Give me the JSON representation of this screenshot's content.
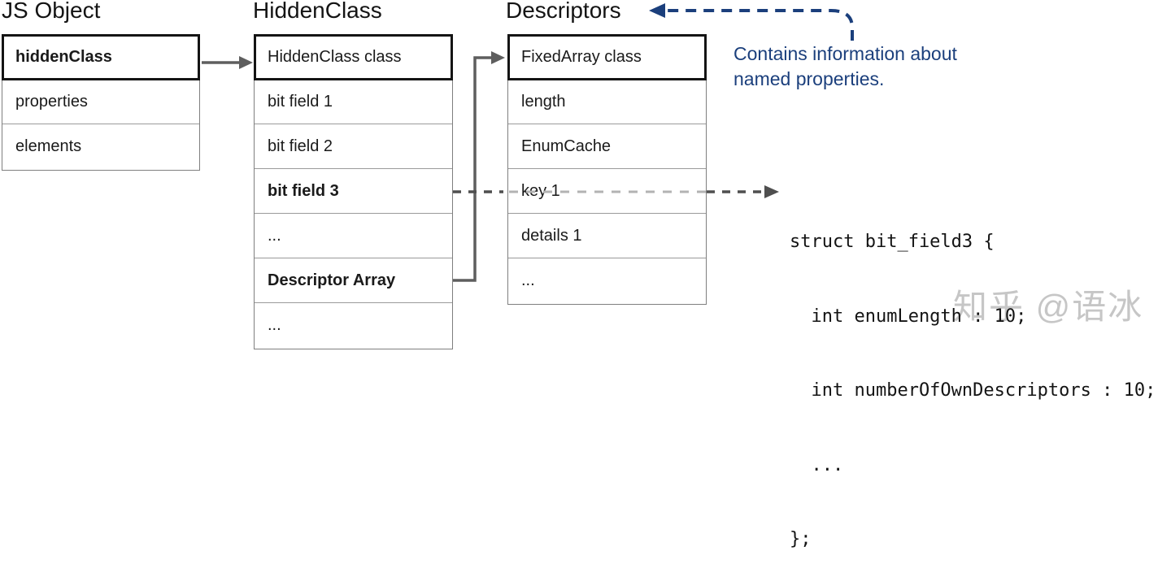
{
  "diagram": {
    "columns": [
      {
        "title": "JS Object",
        "rows": [
          "hiddenClass",
          "properties",
          "elements"
        ]
      },
      {
        "title": "HiddenClass",
        "rows": [
          "HiddenClass class",
          "bit field 1",
          "bit field 2",
          "bit field 3",
          "...",
          "Descriptor Array",
          "..."
        ]
      },
      {
        "title": "Descriptors",
        "rows": [
          "FixedArray class",
          "length",
          "EnumCache",
          "key 1",
          "details 1",
          "..."
        ]
      }
    ],
    "annotation": {
      "line1": "Contains information about",
      "line2": "named properties."
    },
    "code": {
      "lines": [
        "struct bit_field3 {",
        "  int enumLength : 10;",
        "  int numberOfOwnDescriptors : 10;",
        "  ...",
        "};"
      ]
    },
    "watermark": "知乎 @语冰",
    "colors": {
      "arrow_gray": "#5e5e5e",
      "dash_dark": "#4f4f4f",
      "dash_light": "#b3b3b3",
      "annotation_blue": "#1b3f7c",
      "border_dark": "#141414",
      "border_gray": "#9a9a9a",
      "text": "#1a1a1a",
      "watermark_gray": "#bdbdbd"
    }
  }
}
